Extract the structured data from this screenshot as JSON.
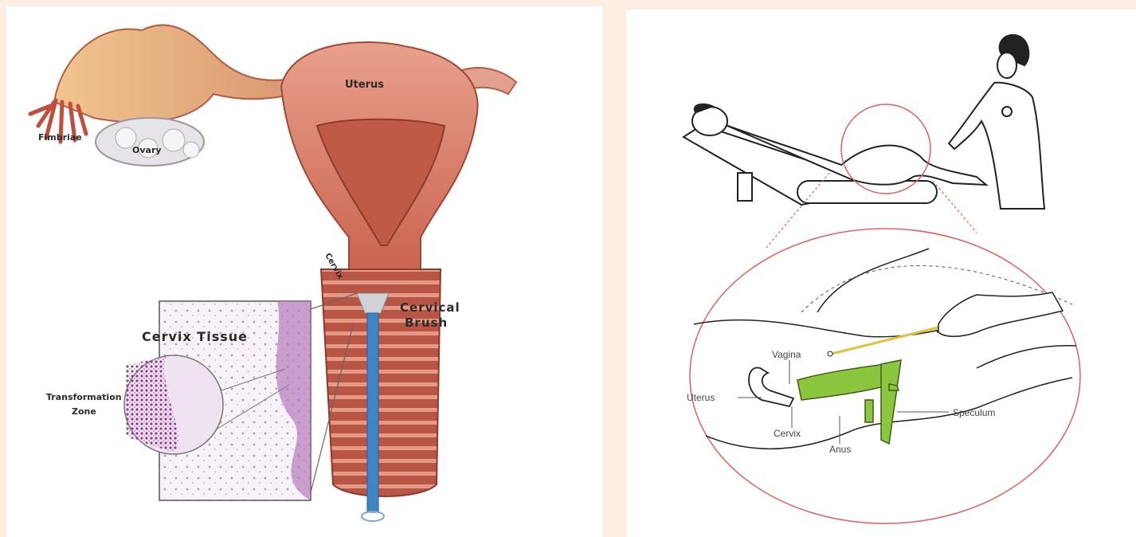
{
  "left_diagram": {
    "labels": {
      "fimbriae": "Fimbriae",
      "ovary": "Ovary",
      "uterus": "Uterus",
      "cervix": "Cervix",
      "cervical_brush_line1": "Cervical",
      "cervical_brush_line2": "Brush",
      "cervix_tissue": "Cervix Tissue",
      "transformation_zone_line1": "Transformation",
      "transformation_zone_line2": "Zone"
    },
    "colors": {
      "tissue": "#d9836f",
      "tissue_dark": "#b4503f",
      "ovary": "#e6e4e8",
      "brush": "#3d86c6",
      "histology": "#9b5aa0"
    }
  },
  "right_diagram": {
    "labels": {
      "vagina": "Vagina",
      "uterus": "Uterus",
      "cervix": "Cervix",
      "anus": "Anus",
      "speculum": "Speculum"
    },
    "colors": {
      "magnifier": "#e06060",
      "speculum": "#8cc63f",
      "swab": "#e3c23a",
      "line": "#222222"
    }
  }
}
